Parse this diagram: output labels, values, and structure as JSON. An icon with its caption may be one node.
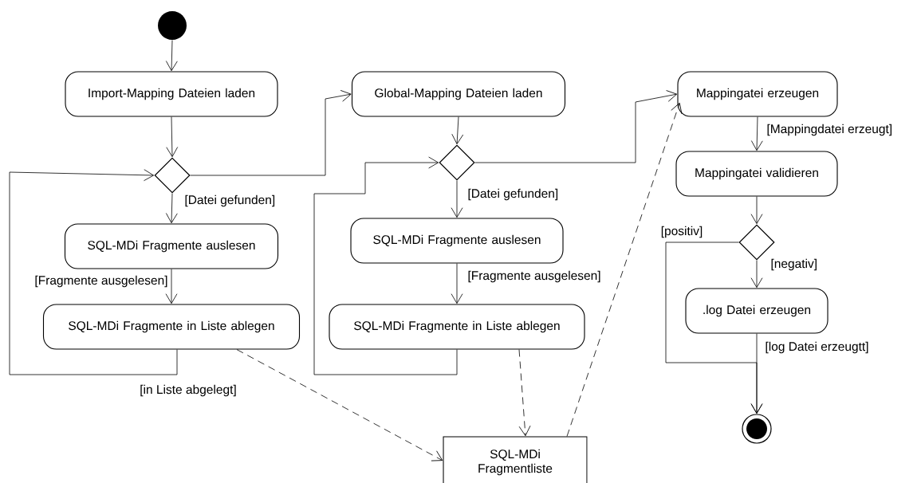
{
  "diagram": {
    "nodes": [
      {
        "text": [],
        "shape": "circle"
      },
      {
        "text": [
          "Import-Mapping Dateien laden"
        ]
      },
      {
        "text": [],
        "shape": "diamond"
      },
      {
        "text": [
          "SQL-MDi Fragmente auslesen"
        ]
      },
      {
        "text": [
          "SQL-MDi Fragmente in Liste ablegen"
        ]
      },
      {
        "text": [
          "Global-Mapping Dateien laden"
        ]
      },
      {
        "text": [],
        "shape": "diamond"
      },
      {
        "text": [
          "SQL-MDi Fragmente auslesen"
        ]
      },
      {
        "text": [
          "SQL-MDi Fragmente in Liste ablegen"
        ]
      },
      {
        "text": [
          "Mappingatei erzeugen"
        ]
      },
      {
        "text": [
          "Mappingatei validieren"
        ]
      },
      {
        "text": [],
        "shape": "diamond"
      },
      {
        "text": [
          ".log Datei erzeugen"
        ]
      },
      {
        "text": [],
        "shape": "circle"
      },
      {
        "text": [
          "SQL-MDi Fragmentliste"
        ]
      }
    ],
    "edges": [
      {
        "from": 0,
        "to": 1,
        "arrow": "to"
      },
      {
        "from": 1,
        "to": 2,
        "arrow": "to"
      },
      {
        "from": 2,
        "to": 3,
        "arrow": "to",
        "label": "[Datei gefunden]"
      },
      {
        "from": 3,
        "to": 4,
        "arrow": "to",
        "label": "[Fragmente ausgelesen]"
      },
      {
        "from": 4,
        "to": 2,
        "arrow": "to",
        "label": "[in Liste abgelegt]"
      },
      {
        "from": 2,
        "to": 5,
        "arrow": "to"
      },
      {
        "from": 5,
        "to": 6,
        "arrow": "to"
      },
      {
        "from": 6,
        "to": 7,
        "arrow": "to",
        "label": "[Datei gefunden]"
      },
      {
        "from": 7,
        "to": 8,
        "arrow": "to",
        "label": "[Fragmente ausgelesen]"
      },
      {
        "from": 8,
        "to": 6,
        "arrow": "to"
      },
      {
        "from": 6,
        "to": 9,
        "arrow": "to"
      },
      {
        "from": 4,
        "to": 14,
        "arrow": "to",
        "style": "dashed"
      },
      {
        "from": 8,
        "to": 14,
        "arrow": "to",
        "style": "dashed"
      },
      {
        "from": 14,
        "to": 9,
        "arrow": "to",
        "style": "dashed"
      },
      {
        "from": 9,
        "to": 10,
        "arrow": "to",
        "label": "[Mappingdatei erzeugt]"
      },
      {
        "from": 10,
        "to": 11,
        "arrow": "to"
      },
      {
        "from": 11,
        "to": 12,
        "arrow": "to",
        "label": "[negativ]"
      },
      {
        "from": 11,
        "to": 13,
        "arrow": "to",
        "label": "[positiv]"
      },
      {
        "from": 12,
        "to": 13,
        "arrow": "to",
        "label": "[log Datei erzeugtt]"
      }
    ]
  }
}
